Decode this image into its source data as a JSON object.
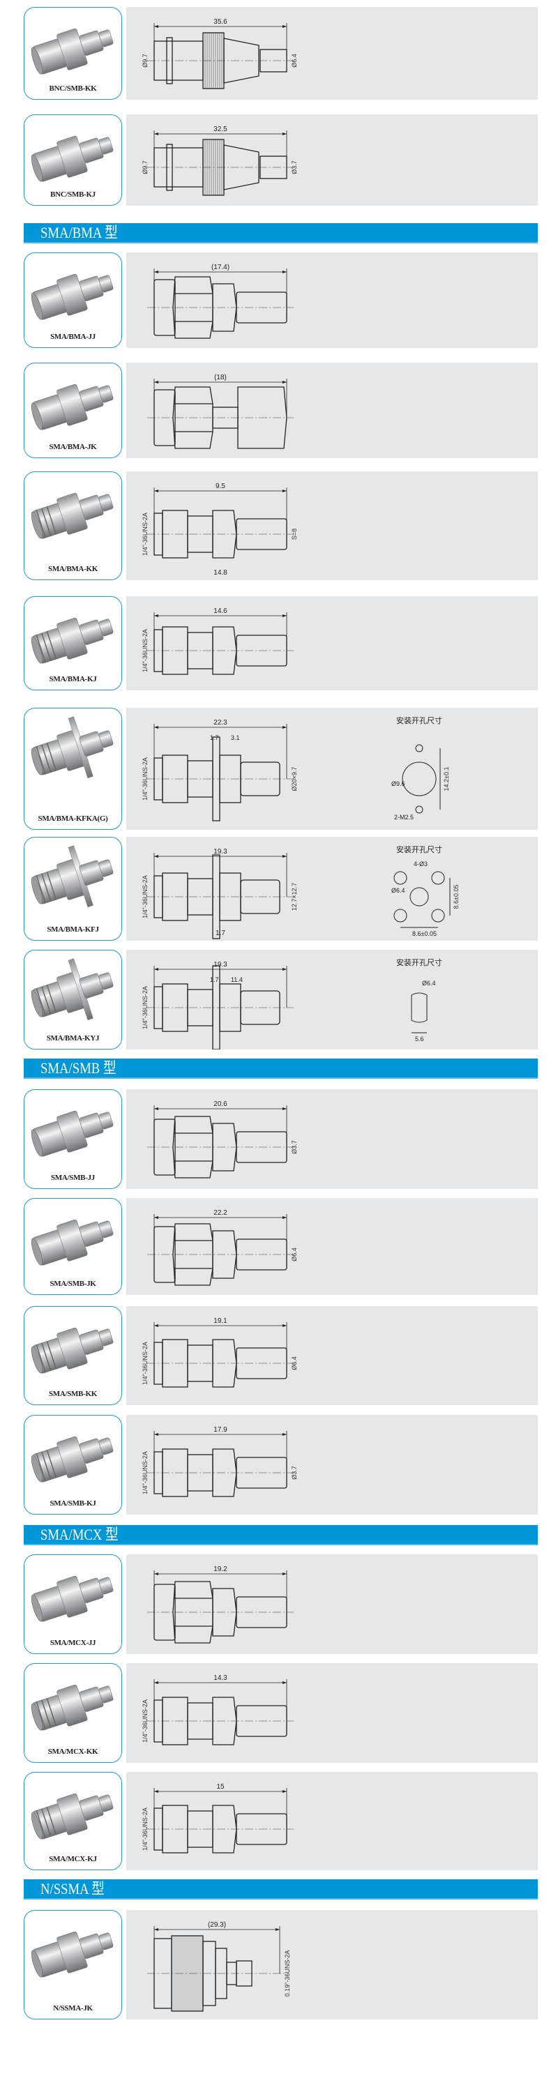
{
  "colors": {
    "accent": "#0096d8",
    "photo_border": "#1e9ad6",
    "panel_bg": "#e6e7e9"
  },
  "hole_title": "安装开孔尺寸",
  "sections": [
    {
      "title": "",
      "items": [
        {
          "model": "BNC/SMB-KK",
          "kind": "bnc",
          "dims": {
            "top": "35.6",
            "left": "Ø9.7",
            "right": "Ø6.4"
          }
        },
        {
          "model": "BNC/SMB-KJ",
          "kind": "bnc",
          "dims": {
            "top": "32.5",
            "left": "Ø9.7",
            "right": "Ø3.7"
          }
        }
      ]
    },
    {
      "title": "SMA/BMA 型",
      "items": [
        {
          "model": "SMA/BMA-JJ",
          "kind": "hex",
          "dims": {
            "top": "(17.4)"
          }
        },
        {
          "model": "SMA/BMA-JK",
          "kind": "hex2",
          "dims": {
            "top": "(18)"
          }
        },
        {
          "model": "SMA/BMA-KK",
          "kind": "thread",
          "dims": {
            "top": "9.5",
            "left": "1/4\"-36UNS-2A",
            "right": "S=8",
            "bottom": "14.8"
          }
        },
        {
          "model": "SMA/BMA-KJ",
          "kind": "thread",
          "dims": {
            "top": "14.6",
            "left": "1/4\"-36UNS-2A"
          }
        },
        {
          "model": "SMA/BMA-KFKA(G)",
          "kind": "flange",
          "dims": {
            "top": "22.3",
            "sub1": "1.7",
            "sub2": "3.1",
            "left": "1/4\"-36UNS-2A",
            "right": "Ø20×9.7"
          },
          "hole": {
            "type": "two",
            "labels": [
              "Ø9.6",
              "2-M2.5",
              "14.2±0.1"
            ]
          }
        },
        {
          "model": "SMA/BMA-KFJ",
          "kind": "flange",
          "dims": {
            "top": "19.3",
            "left": "1/4\"-36UNS-2A",
            "right": "12.7×12.7",
            "bottom": "1.7"
          },
          "hole": {
            "type": "four",
            "labels": [
              "4-Ø3",
              "Ø6.4",
              "8.6±0.05",
              "8.6±0.05"
            ]
          }
        },
        {
          "model": "SMA/BMA-KYJ",
          "kind": "flange",
          "dims": {
            "top": "19.3",
            "sub1": "1.7",
            "sub2": "11.4",
            "left": "1/4\"-36UNS-2A"
          },
          "hole": {
            "type": "d",
            "labels": [
              "Ø6.4",
              "5.6"
            ]
          }
        }
      ]
    },
    {
      "title": "SMA/SMB 型",
      "items": [
        {
          "model": "SMA/SMB-JJ",
          "kind": "hex",
          "dims": {
            "top": "20.6",
            "right": "Ø3.7"
          }
        },
        {
          "model": "SMA/SMB-JK",
          "kind": "hex",
          "dims": {
            "top": "22.2",
            "right": "Ø6.4"
          }
        },
        {
          "model": "SMA/SMB-KK",
          "kind": "thread",
          "dims": {
            "top": "19.1",
            "left": "1/4\"-36UNS-2A",
            "right": "Ø6.4"
          }
        },
        {
          "model": "SMA/SMB-KJ",
          "kind": "thread",
          "dims": {
            "top": "17.9",
            "left": "1/4\"-36UNS-2A",
            "right": "Ø3.7"
          }
        }
      ]
    },
    {
      "title": "SMA/MCX 型",
      "items": [
        {
          "model": "SMA/MCX-JJ",
          "kind": "hex",
          "dims": {
            "top": "19.2"
          }
        },
        {
          "model": "SMA/MCX-KK",
          "kind": "thread",
          "dims": {
            "top": "14.3",
            "left": "1/4\"-36UNS-2A"
          }
        },
        {
          "model": "SMA/MCX-KJ",
          "kind": "thread",
          "dims": {
            "top": "15",
            "left": "1/4\"-36UNS-2A"
          }
        }
      ]
    },
    {
      "title": "N/SSMA 型",
      "items": [
        {
          "model": "N/SSMA-JK",
          "kind": "n",
          "dims": {
            "top": "(29.3)",
            "right": "0.19\"-36UNS-2A"
          }
        }
      ]
    }
  ]
}
